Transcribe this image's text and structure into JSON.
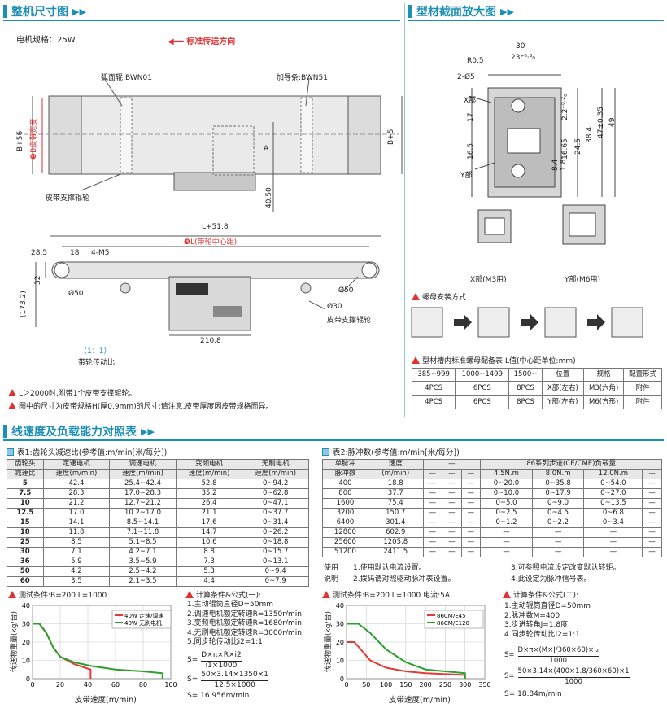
{
  "sections": {
    "dimensions_title": "整机尺寸图",
    "profile_title": "型材截面放大图",
    "speed_title": "线速度及负载能力对照表"
  },
  "motor_spec": "电机规格：25W",
  "direction_label": "标准传送方向",
  "diagram_labels": {
    "arc_roller": "弧面辊:BWN01",
    "guide_bar": "加导条:BWN51",
    "belt_width": "❸B皮带宽度",
    "b56": "B+56",
    "b5": "B+5",
    "a": "A",
    "d4050": "40.50",
    "support_roller": "皮带支撑辊轮",
    "l518": "L+51.8",
    "l_center": "❸L(带轮中心距)",
    "d285": "28.5",
    "d18": "18",
    "m5": "4-M5",
    "d32": "32",
    "d1732": "(173.2)",
    "phi50a": "Ø50",
    "phi50b": "Ø50",
    "phi30": "Ø30",
    "support_roller2": "皮带支撑辊轮",
    "ratio": "（1：1）",
    "ratio_label": "带轮传动比",
    "d2108": "210.8"
  },
  "notes": [
    "L＞2000时,附带1个皮带支撑辊轮。",
    "图中的尺寸为皮带规格H(厚0.9mm)的尺寸;请注意,皮带厚度因皮带规格而异。"
  ],
  "profile_labels": {
    "d30": "30",
    "r05": "R0.5",
    "d23": "23⁺⁰·³₀",
    "phi5": "2-Ø5",
    "xbu": "X部",
    "ybu": "Y部",
    "d17": "17",
    "d165": "16.5",
    "d22": "2.2⁺⁰·²₀",
    "d1665": "16.65",
    "d245": "24.5",
    "d384": "38.4",
    "d47": "47±0.35",
    "d49": "49",
    "d84": "8.4",
    "d18b": "1.8",
    "xm3": "X部(M3用)",
    "ym6": "Y部(M6用)",
    "nut_method": "螺母安装方式",
    "nut_table_title": "型材槽内标准螺母配备表:L值(中心距单位:mm)"
  },
  "nut_table": {
    "headers": [
      "385~999",
      "1000~1499",
      "1500~",
      "位置",
      "规格",
      "配置形式"
    ],
    "rows": [
      [
        "4PCS",
        "6PCS",
        "8PCS",
        "X部(左右)",
        "M3(六角)",
        "附件"
      ],
      [
        "4PCS",
        "6PCS",
        "8PCS",
        "Y部(左右)",
        "M6(方形)",
        "附件"
      ]
    ]
  },
  "table1": {
    "caption": "表1:齿轮头减速比(参考值:m/min[米/每分])",
    "header1": [
      "齿轮头",
      "定速电机",
      "调速电机",
      "变频电机",
      "无刷电机"
    ],
    "header2": [
      "减速比",
      "速度(m/min)",
      "速度(m/min)",
      "速度(m/min)",
      "速度(m/min)"
    ],
    "rows": [
      [
        "5",
        "42.4",
        "25.4~42.4",
        "52.8",
        "0~94.2"
      ],
      [
        "7.5",
        "28.3",
        "17.0~28.3",
        "35.2",
        "0~62.8"
      ],
      [
        "10",
        "21.2",
        "12.7~21.2",
        "26.4",
        "0~47.1"
      ],
      [
        "12.5",
        "17.0",
        "10.2~17.0",
        "21.1",
        "0~37.7"
      ],
      [
        "15",
        "14.1",
        "8.5~14.1",
        "17.6",
        "0~31.4"
      ],
      [
        "18",
        "11.8",
        "7.1~11.8",
        "14.7",
        "0~26.2"
      ],
      [
        "25",
        "8.5",
        "5.1~8.5",
        "10.6",
        "0~18.8"
      ],
      [
        "30",
        "7.1",
        "4.2~7.1",
        "8.8",
        "0~15.7"
      ],
      [
        "36",
        "5.9",
        "3.5~5.9",
        "7.3",
        "0~13.1"
      ],
      [
        "50",
        "4.2",
        "2.5~4.2",
        "5.3",
        "0~9.4"
      ],
      [
        "60",
        "3.5",
        "2.1~3.5",
        "4.4",
        "0~7.9"
      ]
    ]
  },
  "table2": {
    "caption": "表2:脉冲数(参考值:m/min[米/每分])",
    "h_pulse": "单脉冲",
    "h_pulse2": "脉冲数",
    "h_speed": "速度",
    "h_speed2": "(m/min)",
    "h_dash": "—",
    "h_86": "86系列步进(CE/CME)负载量",
    "sub": [
      "—",
      "—",
      "—",
      "4.5N.m",
      "8.0N.m",
      "12.0N.m",
      "—"
    ],
    "rows": [
      [
        "400",
        "18.8",
        "—",
        "—",
        "—",
        "0~20.0",
        "0~35.8",
        "0~54.0",
        "—"
      ],
      [
        "800",
        "37.7",
        "—",
        "—",
        "—",
        "0~10.0",
        "0~17.9",
        "0~27.0",
        "—"
      ],
      [
        "1600",
        "75.4",
        "—",
        "—",
        "—",
        "0~5.0",
        "0~9.0",
        "0~13.5",
        "—"
      ],
      [
        "3200",
        "150.7",
        "—",
        "—",
        "—",
        "0~2.5",
        "0~4.5",
        "0~6.8",
        "—"
      ],
      [
        "6400",
        "301.4",
        "—",
        "—",
        "—",
        "0~1.2",
        "0~2.2",
        "0~3.4",
        "—"
      ],
      [
        "12800",
        "602.9",
        "—",
        "—",
        "—",
        "—",
        "—",
        "—",
        "—"
      ],
      [
        "25600",
        "1205.8",
        "—",
        "—",
        "—",
        "—",
        "—",
        "—",
        "—"
      ],
      [
        "51200",
        "2411.5",
        "—",
        "—",
        "—",
        "—",
        "—",
        "—",
        "—"
      ]
    ],
    "usage_label1": "使用",
    "usage_label2": "说明",
    "usage": [
      "1.使用默认电流设置。",
      "2.拨码请对照驱动脉冲表设置。",
      "3.可参照电流设定改变默认转矩。",
      "4.此设定为脉冲信号表。"
    ]
  },
  "test1": {
    "title": "测试条件:B=200  L=1000",
    "ylabel": "传送物重量(kg/台)",
    "xlabel": "皮带速度(m/min)"
  },
  "test2": {
    "title": "测试条件:B=200  L=1000  电流:5A",
    "ylabel": "传送物重量(kg/台)",
    "xlabel": "皮带速度(m/min)"
  },
  "calc1": {
    "title": "计算条件&公式(一):",
    "lines": [
      "1.主动辊筒直径D=50mm",
      "2.调速电机额定转速R=1350r/min",
      "3.变频电机额定转速R=1680r/min",
      "4.无刷电机额定转速R=3000r/min",
      "5.同步轮传动比i2=1:1"
    ],
    "s1": "S=",
    "f1num": "D×π×R×i2",
    "f1den": "i1×1000",
    "s2": "S=",
    "f2num": "50×3.14×1350×1",
    "f2den": "12.5×1000",
    "result": "S= 16.956m/min"
  },
  "calc2": {
    "title": "计算条件&公式(二):",
    "lines": [
      "1.主动辊筒直径D=50mm",
      "2.脉冲数M=400",
      "3.步进转角J=1.8度",
      "4.同步轮传动比i2=1:1"
    ],
    "s1": "S=",
    "f1num": "D×π×(M×J/360×60)×i₂",
    "f1den": "1000",
    "s2": "S=",
    "f2num": "50×3.14×(400×1.8/360×60)×1",
    "f2den": "1000",
    "result": "S= 18.84m/min"
  },
  "chart_data": [
    {
      "type": "line",
      "title": "",
      "xlabel": "皮带速度(m/min)",
      "ylabel": "传送物重量(kg/台)",
      "xlim": [
        0,
        100
      ],
      "ylim": [
        0,
        40
      ],
      "xticks": [
        0,
        20,
        40,
        60,
        80,
        100
      ],
      "yticks": [
        0,
        10,
        20,
        30,
        40
      ],
      "series": [
        {
          "name": "40W 定速/调速",
          "color": "#e53935",
          "points": [
            [
              0,
              30
            ],
            [
              5,
              30
            ],
            [
              10,
              25
            ],
            [
              15,
              17
            ],
            [
              20,
              12
            ],
            [
              30,
              8
            ],
            [
              42,
              5
            ],
            [
              42,
              0
            ]
          ]
        },
        {
          "name": "40W 无刷电机",
          "color": "#2ca02c",
          "points": [
            [
              0,
              30
            ],
            [
              5,
              30
            ],
            [
              10,
              25
            ],
            [
              15,
              17
            ],
            [
              20,
              12
            ],
            [
              30,
              9
            ],
            [
              42,
              7
            ],
            [
              60,
              5
            ],
            [
              80,
              4
            ],
            [
              94,
              3
            ],
            [
              94,
              0
            ]
          ]
        }
      ]
    },
    {
      "type": "line",
      "title": "",
      "xlabel": "皮带速度(m/min)",
      "ylabel": "传送物重量(kg/台)",
      "xlim": [
        0,
        350
      ],
      "ylim": [
        0,
        40
      ],
      "xticks": [
        0,
        50,
        100,
        150,
        200,
        250,
        300,
        350
      ],
      "yticks": [
        0,
        10,
        20,
        30,
        40
      ],
      "series": [
        {
          "name": "86CM/E45",
          "color": "#e53935",
          "points": [
            [
              0,
              20
            ],
            [
              20,
              20
            ],
            [
              40,
              15
            ],
            [
              60,
              10
            ],
            [
              100,
              6
            ],
            [
              150,
              4
            ],
            [
              200,
              3
            ],
            [
              300,
              2
            ],
            [
              300,
              0
            ]
          ]
        },
        {
          "name": "86CM/E120",
          "color": "#2ca02c",
          "points": [
            [
              0,
              30
            ],
            [
              30,
              30
            ],
            [
              60,
              25
            ],
            [
              100,
              16
            ],
            [
              150,
              9
            ],
            [
              200,
              5
            ],
            [
              250,
              4
            ],
            [
              300,
              3
            ],
            [
              300,
              0
            ]
          ]
        }
      ]
    }
  ]
}
